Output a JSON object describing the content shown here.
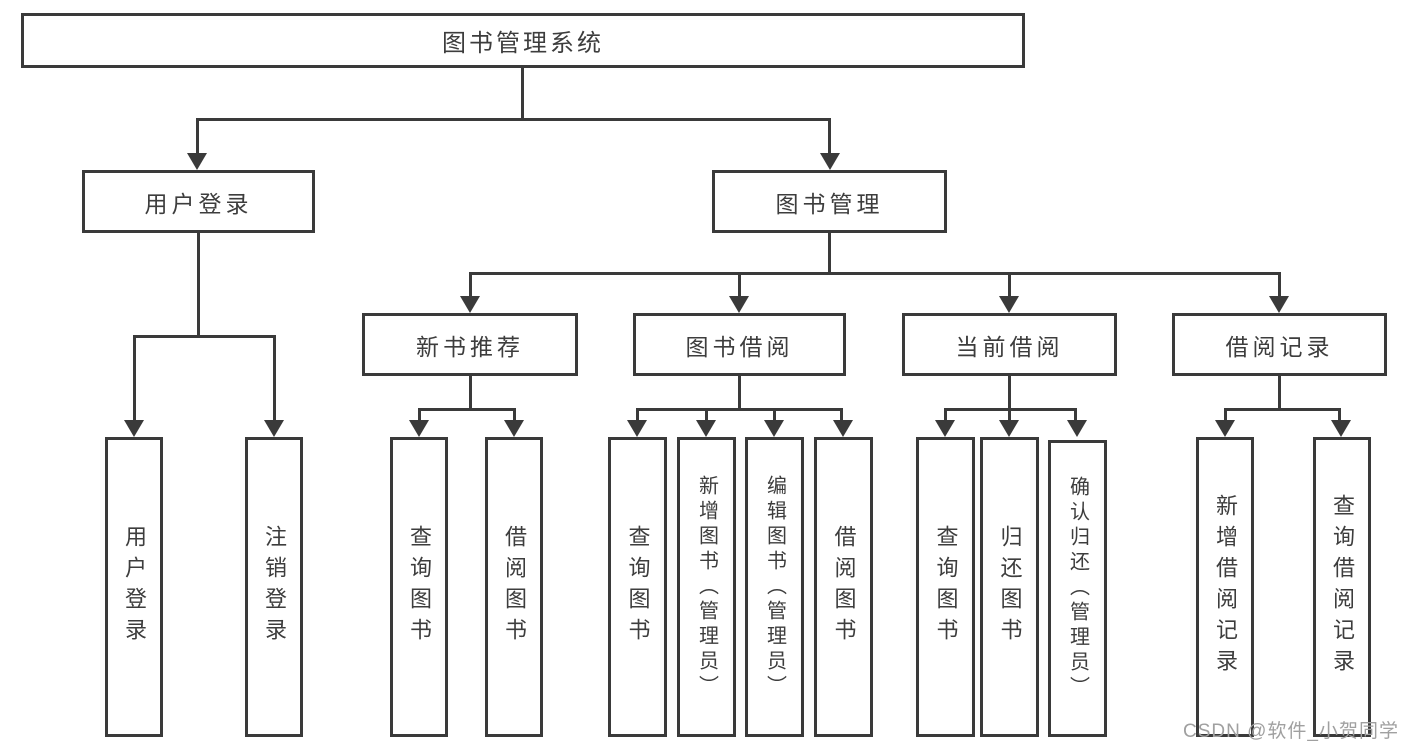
{
  "diagram": {
    "title": "图书管理系统",
    "level1": {
      "user_login": "用户登录",
      "book_management": "图书管理"
    },
    "level2": {
      "new_book_recommend": "新书推荐",
      "book_borrow": "图书借阅",
      "current_borrow": "当前借阅",
      "borrow_records": "借阅记录"
    },
    "leaves": {
      "user_login": "用户登录",
      "logout": "注销登录",
      "query_book_recommend": "查询图书",
      "borrow_book_recommend": "借阅图书",
      "query_book_borrow": "查询图书",
      "add_book_admin": "新增图书（管理员）",
      "edit_book_admin": "编辑图书（管理员）",
      "borrow_book_borrow": "借阅图书",
      "query_book_current": "查询图书",
      "return_book": "归还图书",
      "confirm_return_admin": "确认归还（管理员）",
      "add_borrow_record": "新增借阅记录",
      "query_borrow_record": "查询借阅记录"
    }
  },
  "watermark": {
    "text": "CSDN @软件_小贺同学"
  },
  "colors": {
    "line": "#3a3a3a",
    "text": "#3d3d3d",
    "watermark": "#a0a0a0",
    "background": "#ffffff"
  }
}
